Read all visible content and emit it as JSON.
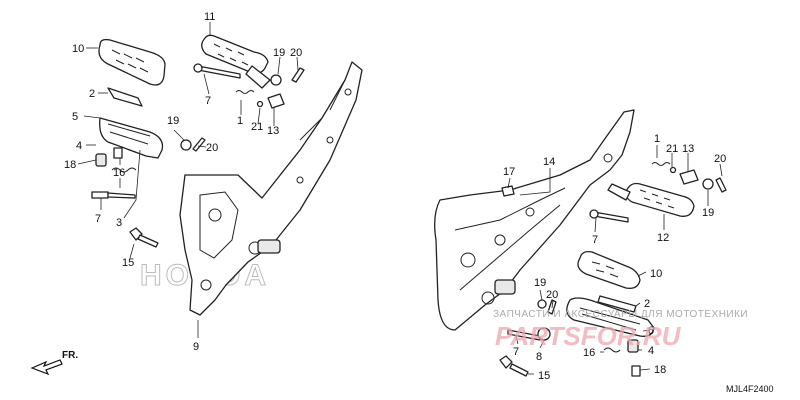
{
  "diagram": {
    "code": "MJL4F2400",
    "front_marker": "FR.",
    "brand_watermark": "HONDA",
    "watermark_caption": "ЗАПЧАСТИ И АКСЕССУАРЫ ДЛЯ МОТОТЕХНИКИ",
    "watermark_logo": "PARTSFOR.RU",
    "callouts": {
      "l1": "1",
      "l2": "2",
      "l3": "3",
      "l4": "4",
      "l5": "5",
      "l7a": "7",
      "l7b": "7",
      "l9": "9",
      "l10": "10",
      "l11": "11",
      "l13": "13",
      "l15": "15",
      "l16": "16",
      "l18": "18",
      "l19a": "19",
      "l19b": "19",
      "l20a": "20",
      "l20b": "20",
      "l21": "21",
      "r1": "1",
      "r2": "2",
      "r4": "4",
      "r6": "6",
      "r7a": "7",
      "r7b": "7",
      "r8": "8",
      "r10": "10",
      "r12": "12",
      "r13": "13",
      "r14": "14",
      "r15": "15",
      "r16": "16",
      "r17": "17",
      "r18": "18",
      "r19a": "19",
      "r19b": "19",
      "r20a": "20",
      "r20b": "20",
      "r21": "21"
    }
  }
}
